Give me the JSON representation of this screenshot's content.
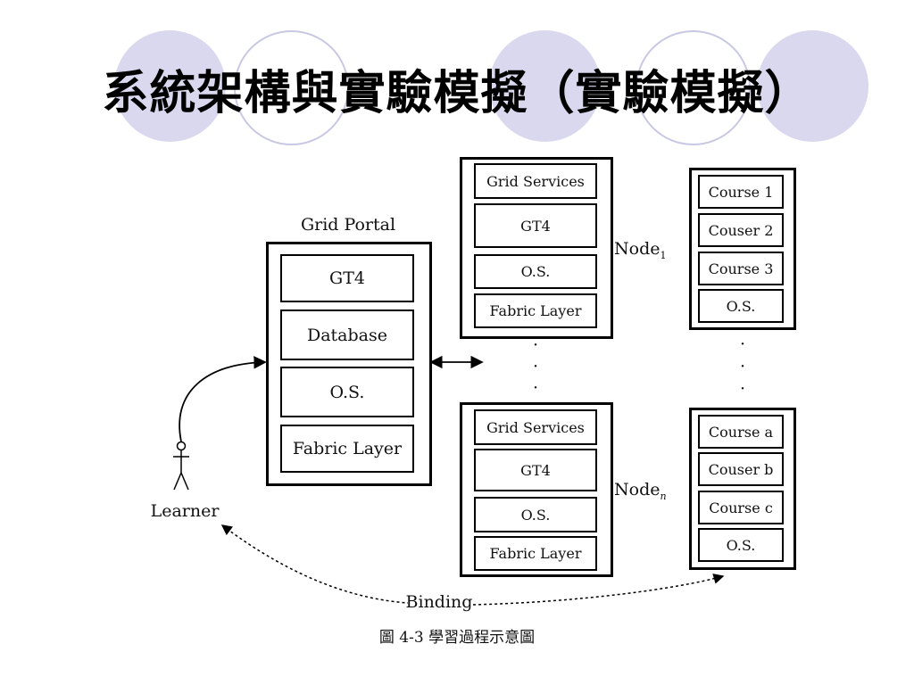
{
  "slide": {
    "title": "系統架構與實驗模擬（實驗模擬）",
    "circle_fill": "#d9d8ee",
    "circle_stroke": "#b9b8d8"
  },
  "diagram": {
    "portal": {
      "title": "Grid Portal",
      "layers": [
        "GT4",
        "Database",
        "O.S.",
        "Fabric Layer"
      ]
    },
    "node1": {
      "label": "Node",
      "subscript": "1",
      "layers": [
        "Grid Services",
        "GT4",
        "O.S.",
        "Fabric Layer"
      ]
    },
    "noden": {
      "label": "Node",
      "subscript": "n",
      "layers": [
        "Grid Services",
        "GT4",
        "O.S.",
        "Fabric Layer"
      ]
    },
    "courses_top": [
      "Course 1",
      "Couser 2",
      "Course 3",
      "O.S."
    ],
    "courses_bottom": [
      "Course a",
      "Couser b",
      "Course c",
      "O.S."
    ],
    "learner": "Learner",
    "binding": "Binding",
    "ellipsis": "·"
  },
  "caption": "圖 4-3  學習過程示意圖"
}
